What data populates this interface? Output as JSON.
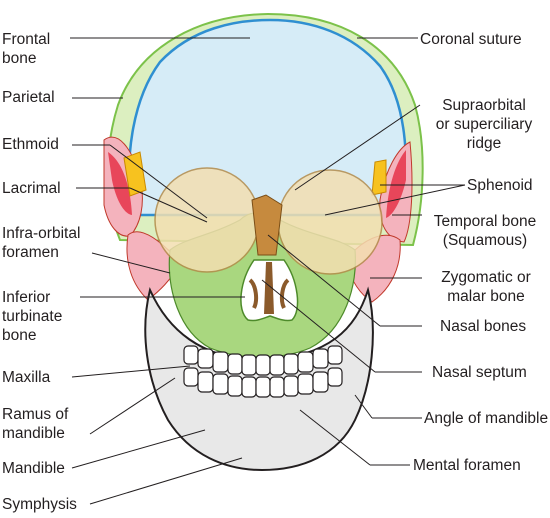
{
  "labels": {
    "frontal_bone": "Frontal\nbone",
    "parietal": "Parietal",
    "ethmoid": "Ethmoid",
    "lacrimal": "Lacrimal",
    "infra_orbital_foramen": "Infra-orbital\nforamen",
    "inferior_turbinate_bone": "Inferior\nturbinate\nbone",
    "maxilla": "Maxilla",
    "ramus_of_mandible": "Ramus of\nmandible",
    "mandible": "Mandible",
    "symphysis": "Symphysis",
    "coronal_suture": "Coronal suture",
    "supraorbital_ridge": "Supraorbital\nor superciliary\nridge",
    "sphenoid": "Sphenoid",
    "temporal_bone": "Temporal bone\n(Squamous)",
    "zygomatic_bone": "Zygomatic or\nmalar bone",
    "nasal_bones": "Nasal bones",
    "nasal_septum": "Nasal septum",
    "angle_of_mandible": "Angle of mandible",
    "mental_foramen": "Mental foramen"
  },
  "colors": {
    "frontal_fill": "#d6ecf7",
    "frontal_outline": "#2f8fd1",
    "parietal": "#dcefc0",
    "parietal_outline": "#7cc24a",
    "ethmoid": "#f7c21f",
    "temporal": "#f4b3bd",
    "sphenoid": "#e8465a",
    "maxilla": "#a9d77f",
    "nasal": "#c68a3e",
    "orbit": "#f3dfb1",
    "mandible": "#e8e8e8",
    "leader_line": "#231f20"
  }
}
